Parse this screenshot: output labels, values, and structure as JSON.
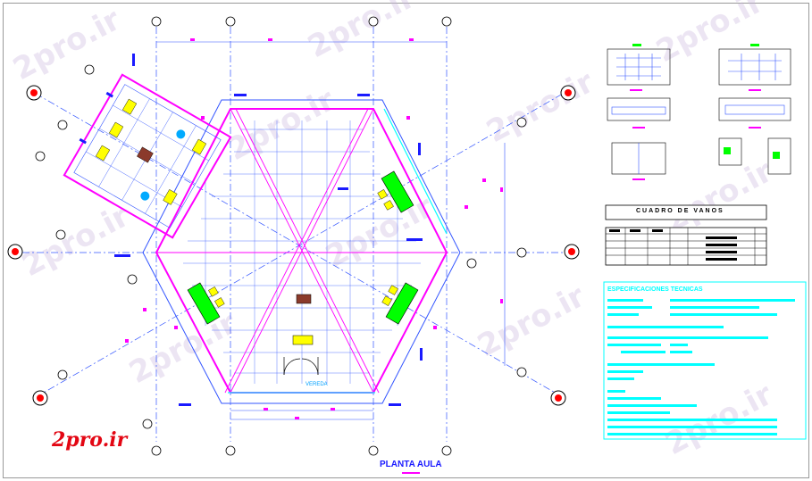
{
  "drawing": {
    "title": "PLANTA AULA",
    "logo": "2pro.ir",
    "watermark": "2pro.ir",
    "path_label": "VEREDA",
    "doors_table_title": "CUADRO DE VANOS",
    "specs_title": "ESPECIFICACIONES TECNICAS"
  },
  "colors": {
    "grid_axis": "#3355ff",
    "walls": "#ff00ff",
    "dimension": "#ff00ff",
    "cyan": "#00ffff",
    "green": "#00ff00",
    "yellow": "#ffff00",
    "logo_red": "#e30613",
    "title_blue": "#1a1aff"
  }
}
